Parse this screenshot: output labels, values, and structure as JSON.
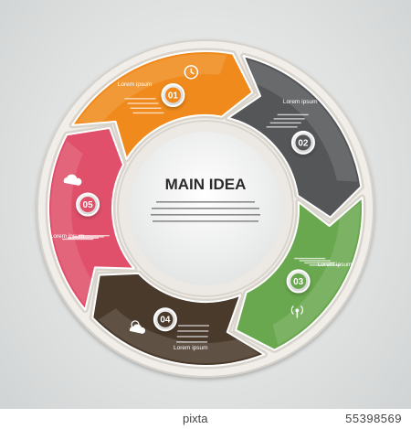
{
  "center": {
    "title": "MAIN IDEA"
  },
  "segments": [
    {
      "number": "01",
      "label": "Lorem ipsum",
      "icon": "clock-icon",
      "color": "#f08a1c"
    },
    {
      "number": "02",
      "label": "Lorem ipsum",
      "icon": "",
      "color": "#555658"
    },
    {
      "number": "03",
      "label": "Lorem ipsum",
      "icon": "antenna-icon",
      "color": "#6aa84f"
    },
    {
      "number": "04",
      "label": "Lorem ipsum",
      "icon": "cloud-sun-icon",
      "color": "#4a3a2c"
    },
    {
      "number": "05",
      "label": "Lorem ipsum",
      "icon": "cloud-icon",
      "color": "#e0506a"
    }
  ],
  "watermark": {
    "brand": "pixta",
    "id": "55398569"
  }
}
